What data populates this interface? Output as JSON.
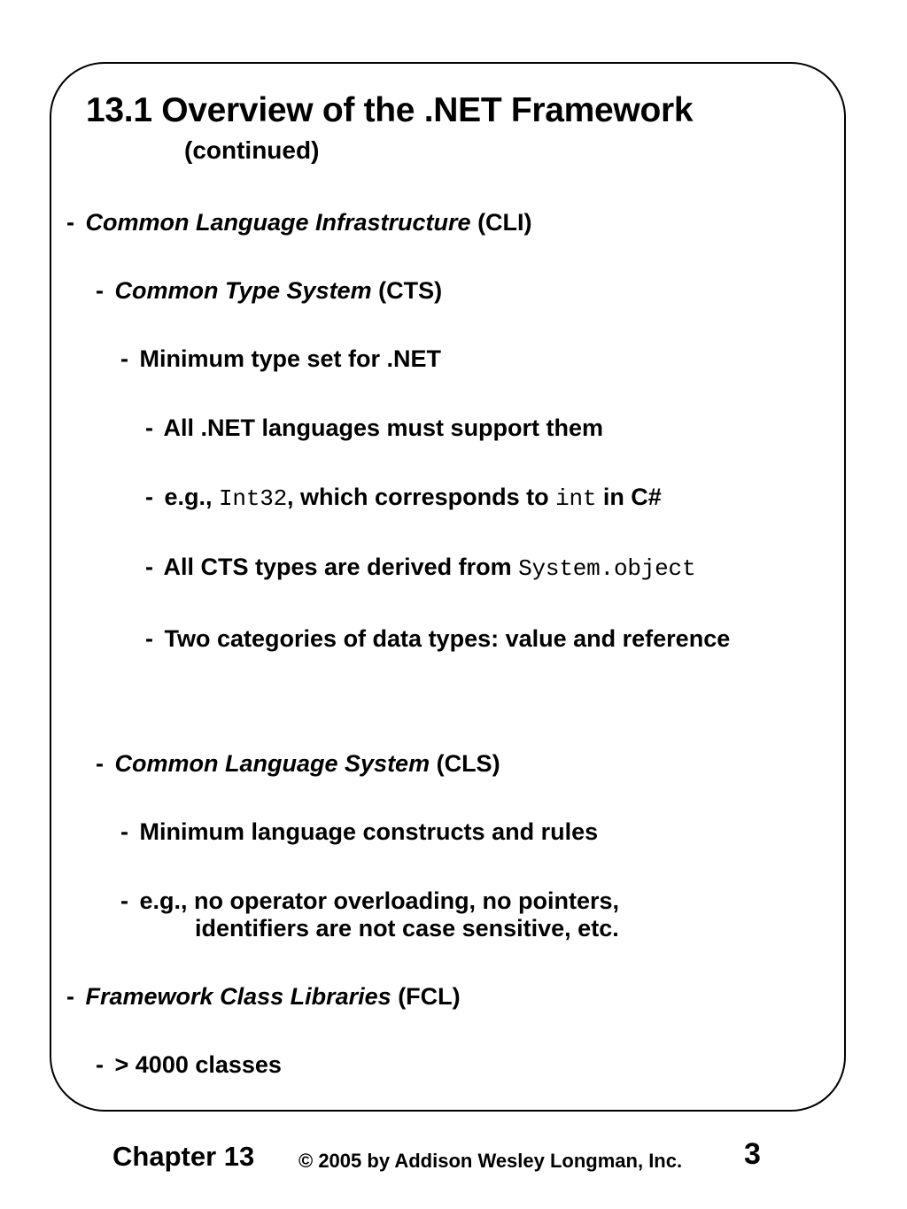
{
  "slide": {
    "title": "13.1 Overview of the .NET Framework",
    "subtitle": "(continued)",
    "bullets": {
      "cli": {
        "dash": "-",
        "term": "Common Language Infrastructure",
        "rest": " (CLI)"
      },
      "cts": {
        "dash": "-",
        "term": "Common Type System",
        "rest": " (CTS)"
      },
      "min_type_set": {
        "dash": "-",
        "text": "Minimum type set for .NET"
      },
      "all_languages": {
        "dash": "-",
        "text": "All .NET languages must support them"
      },
      "eg_int32": {
        "dash": "-",
        "part1": "e.g., ",
        "code1": "Int32",
        "part2": ", which corresponds to ",
        "code2": "int",
        "part3": " in C#"
      },
      "all_cts_types": {
        "dash": "-",
        "part1": "All CTS types are derived from ",
        "code1": "System.object"
      },
      "two_categories": {
        "dash": "-",
        "text": "Two categories of data types: value and reference"
      },
      "cls": {
        "dash": "-",
        "term": "Common Language System",
        "rest": " (CLS)"
      },
      "min_lang": {
        "dash": "-",
        "text": "Minimum language constructs and rules"
      },
      "eg_no_operator": {
        "dash": "-",
        "line1": "e.g., no operator overloading, no pointers,",
        "line2": "identifiers are not case sensitive, etc."
      },
      "fcl": {
        "dash": "-",
        "term": "Framework Class Libraries",
        "rest": " (FCL)"
      },
      "classes_4000": {
        "dash": "-",
        "text": " > 4000 classes"
      }
    }
  },
  "footer": {
    "chapter": "Chapter 13",
    "copyright": "© 2005 by Addison Wesley Longman, Inc.",
    "page_number": "3"
  },
  "colors": {
    "text": "#000000",
    "background": "#ffffff",
    "border": "#000000"
  }
}
